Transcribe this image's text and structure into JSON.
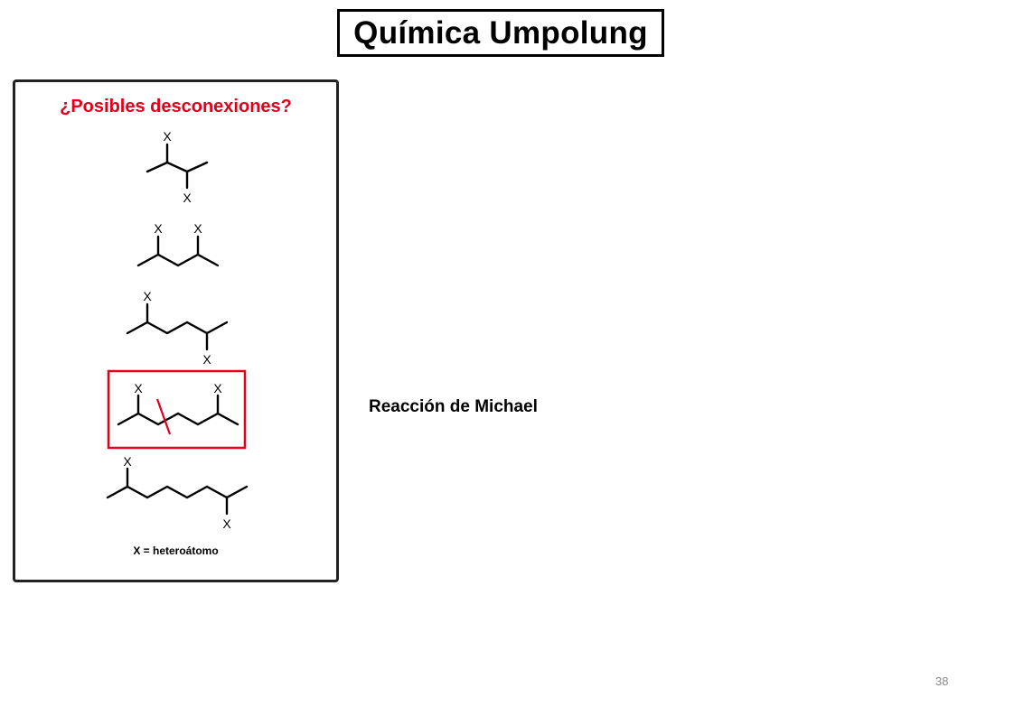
{
  "slide": {
    "title": "Química Umpolung",
    "page_number": "38"
  },
  "panel": {
    "heading": "¿Posibles desconexiones?",
    "substituent_label": "X",
    "legend": "X = heteroátomo",
    "highlight_color": "#e2001a"
  },
  "reaction": {
    "label": "Reacción de Michael"
  }
}
